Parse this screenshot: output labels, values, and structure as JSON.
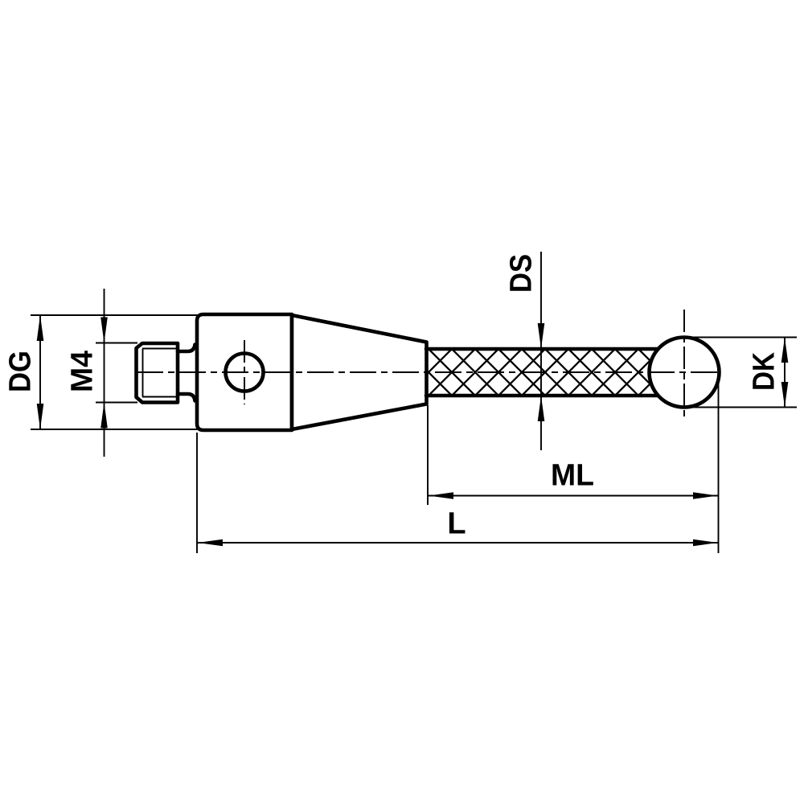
{
  "drawing": {
    "type": "technical-dimension-drawing",
    "subject": "CMM stylus with threaded shank, tapered holder, cross-hatched shaft and ball tip",
    "colors": {
      "ink": "#000000",
      "background": "#ffffff"
    },
    "labels": {
      "dg": "DG",
      "m4": "M4",
      "ds": "DS",
      "dk": "DK",
      "ml": "ML",
      "l": "L"
    }
  }
}
